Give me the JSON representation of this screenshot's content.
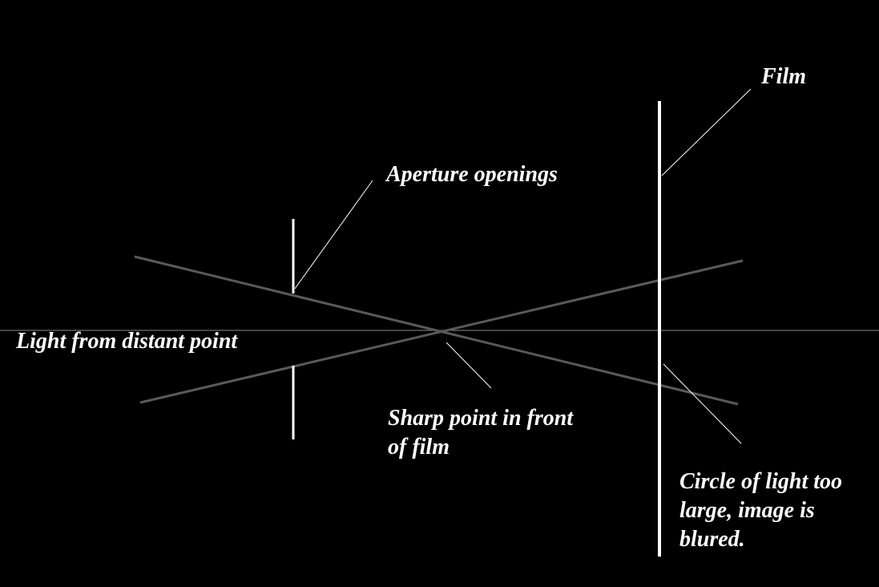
{
  "diagram": {
    "labels": {
      "film": "Film",
      "aperture": "Aperture openings",
      "light_source": "Light from distant point",
      "sharp_point_line1": "Sharp point in front",
      "sharp_point_line2": "of film",
      "circle_line1": "Circle of light too",
      "circle_line2": "large, image is",
      "circle_line3": "blured."
    },
    "colors": {
      "background": "#000000",
      "structure": "#ffffff",
      "light_rays": "#5a5a5a",
      "optical_axis": "#8a8a8a",
      "label_text": "#ffffff"
    }
  }
}
